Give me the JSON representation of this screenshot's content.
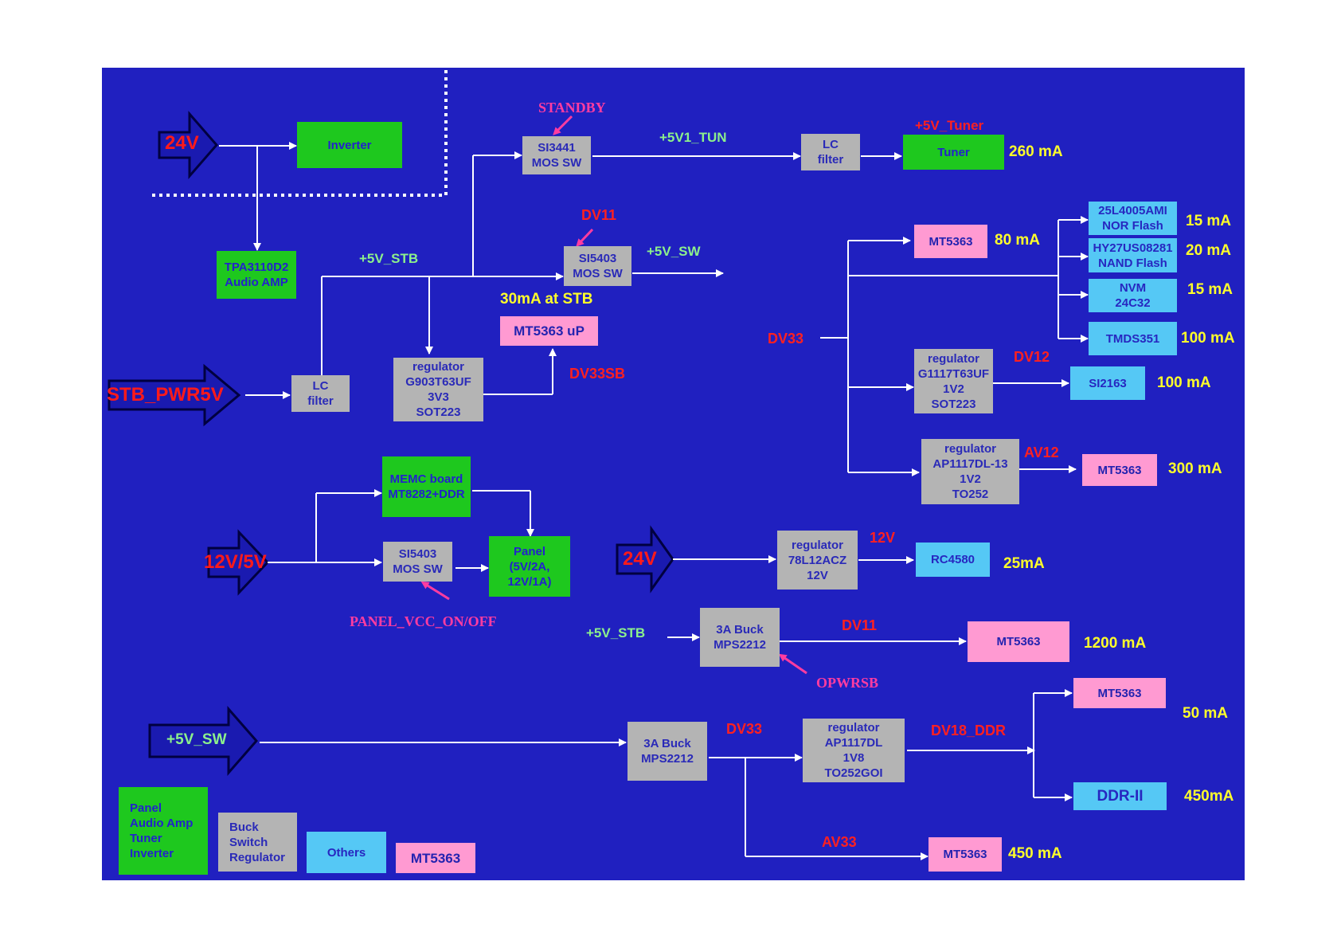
{
  "colors": {
    "background": "#2020c0",
    "wire": "#ffffff",
    "panel_green": "#1ec81e",
    "gray_block": "#b4b4b4",
    "pink_block": "#ff9ad2",
    "blue_block": "#55c8f5",
    "current_yellow": "#ffff2a",
    "rail_green": "#8cf08c",
    "rail_red": "#ff2020",
    "signal_magenta": "#ff3ca0"
  },
  "inputs": {
    "in_24v_top": "24V",
    "in_stb_pwr5v": "STB_PWR5V",
    "in_12v_5v": "12V/5V",
    "in_24v_mid": "24V",
    "in_5v_sw": "+5V_SW"
  },
  "blocks": {
    "inverter": "Inverter",
    "tpa3110d2": "TPA3110D2\nAudio AMP",
    "lc_filter_stb": "LC\nfilter",
    "si3441": "SI3441\nMOS SW",
    "lc_filter_tun": "LC\nfilter",
    "tuner": "Tuner",
    "si5403_top": "SI5403\nMOS SW",
    "mt5363_up": "MT5363 uP",
    "reg_g903": "regulator\nG903T63UF\n3V3\nSOT223",
    "mt5363_80": "MT5363",
    "nor_flash": "25L4005AMI\nNOR Flash",
    "nand_flash": "HY27US08281\nNAND Flash",
    "nvm": "NVM\n24C32",
    "tmds": "TMDS351",
    "reg_g1117": "regulator\nG1117T63UF\n1V2\nSOT223",
    "si2163": "SI2163",
    "reg_ap1117_13": "regulator\nAP1117DL-13\n1V2\nTO252",
    "mt5363_300": "MT5363",
    "memc": "MEMC board\nMT8282+DDR",
    "si5403_bot": "SI5403\nMOS SW",
    "panel": "Panel\n(5V/2A,\n12V/1A)",
    "reg_78l12": "regulator\n78L12ACZ\n12V",
    "rc4580": "RC4580",
    "buck_top": "3A Buck\nMPS2212",
    "mt5363_1200": "MT5363",
    "buck_bot": "3A Buck\nMPS2212",
    "reg_ap1117_1v8": "regulator\nAP1117DL\n1V8\nTO252GOI",
    "mt5363_50": "MT5363",
    "ddr2": "DDR-II",
    "mt5363_450": "MT5363"
  },
  "rails": {
    "p5v1_tun": "+5V1_TUN",
    "p5v_tuner": "+5V_Tuner",
    "p5v_stb": "+5V_STB",
    "p5v_sw": "+5V_SW",
    "dv11_top": "DV11",
    "dv33sb": "DV33SB",
    "dv33_main": "DV33",
    "dv12": "DV12",
    "av12": "AV12",
    "v12": "12V",
    "p5v_stb_2": "+5V_STB",
    "dv11_bot": "DV11",
    "dv33_bot": "DV33",
    "dv18_ddr": "DV18_DDR",
    "av33": "AV33"
  },
  "signals": {
    "standby": "STANDBY",
    "panel_vcc": "PANEL_VCC_ON/OFF",
    "opwrsb": "OPWRSB"
  },
  "currents": {
    "tuner": "260 mA",
    "stb": "30mA at STB",
    "mt5363_80": "80 mA",
    "nor": "15 mA",
    "nand": "20 mA",
    "nvm": "15 mA",
    "tmds": "100 mA",
    "si2163": "100 mA",
    "mt5363_300": "300 mA",
    "rc4580": "25mA",
    "mt5363_1200": "1200 mA",
    "mt5363_50": "50 mA",
    "ddr2": "450mA",
    "mt5363_450": "450 mA"
  },
  "legend": {
    "green": "Panel\nAudio Amp\nTuner\nInverter",
    "gray": "Buck\nSwitch\nRegulator",
    "blue": "Others",
    "pink": "MT5363"
  }
}
